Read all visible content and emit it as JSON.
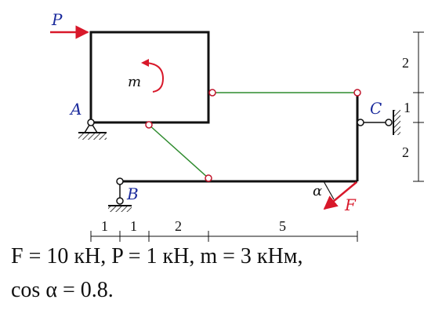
{
  "labels": {
    "force_P": "P",
    "force_F": "F",
    "moment_m": "m",
    "support_A": "A",
    "support_B": "B",
    "support_C": "C",
    "angle": "α"
  },
  "dimensions": {
    "bottom": [
      "1",
      "1",
      "2",
      "5"
    ],
    "right": [
      "2",
      "1",
      "2"
    ]
  },
  "given": {
    "line1": "F = 10 кН, P = 1 кН, m = 3 кНм,",
    "line2": "cos α = 0.8."
  },
  "colors": {
    "frame": "#111111",
    "rod": "#2e8b2e",
    "force": "#d8182a",
    "label": "#1a2a9c",
    "hinge": "#c0142a"
  }
}
